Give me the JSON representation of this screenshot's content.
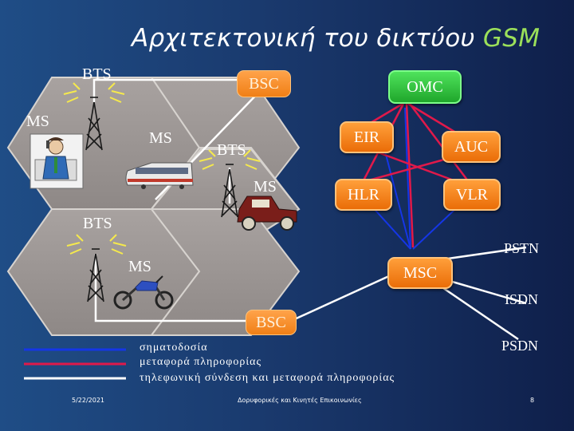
{
  "title": {
    "main": "Αρχιτεκτονική του δικτύου ",
    "accent": "GSM"
  },
  "labels": {
    "bts_top": "BTS",
    "ms_left": "MS",
    "ms_train": "MS",
    "bts_mid": "BTS",
    "ms_car": "MS",
    "bts_bottom": "BTS",
    "ms_bike": "MS"
  },
  "boxes": {
    "bsc_top": "BSC",
    "omc": "OMC",
    "eir": "EIR",
    "auc": "AUC",
    "hlr": "HLR",
    "vlr": "VLR",
    "msc": "MSC",
    "bsc_bottom": "BSC"
  },
  "networks": {
    "pstn": "PSTN",
    "isdn": "ISDN",
    "psdn": "PSDN"
  },
  "legend": [
    {
      "text": "σηματοδοσία",
      "color": "#1536e6"
    },
    {
      "text": "μεταφορά πληροφορίας",
      "color": "#e0194a"
    },
    {
      "text": "τηλεφωνική σύνδεση και μεταφορά πληροφορίας",
      "color": "#ffffff"
    }
  ],
  "footer": {
    "date": "5/22/2021",
    "course": "Δορυφορικές και Κινητές Επικοινωνίες",
    "page": "8"
  },
  "colors": {
    "signaling": "#1536e6",
    "data": "#e0194a",
    "voice": "#ffffff",
    "accent": "#9be05a"
  }
}
